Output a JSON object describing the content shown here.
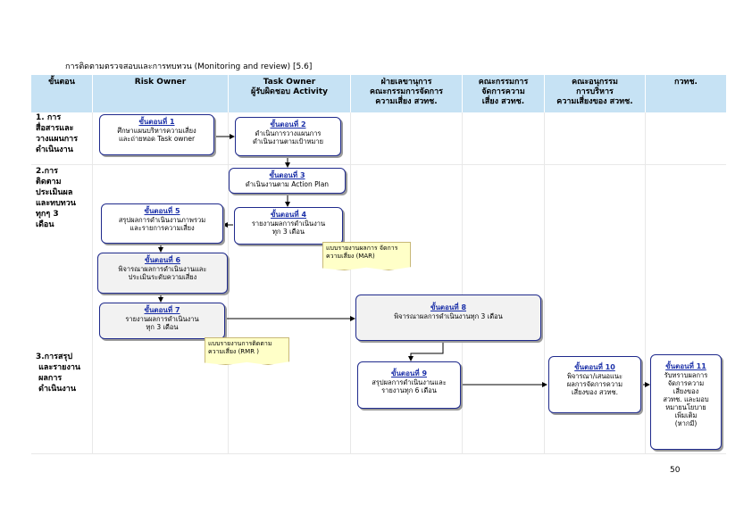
{
  "title": "การติดตามตรวจสอบและการทบทวน (Monitoring and review) [5.6]",
  "columns": [
    {
      "label": "ขั้นตอน"
    },
    {
      "label": "Risk Owner"
    },
    {
      "label": "Task Owner\nผู้รับผิดชอบ Activity"
    },
    {
      "label": "ฝ่ายเลขานุการ\nคณะกรรมการจัดการ\nความเสี่ยง สวทช."
    },
    {
      "label": "คณะกรรมการ\nจัดการความ\nเสี่ยง สวทช."
    },
    {
      "label": "คณะอนุกรรม\nการบริหาร\nความเสี่ยงของ สวทช."
    },
    {
      "label": "กวทช."
    }
  ],
  "phases": [
    {
      "label": "1. การ\nสื่อสารและ\nวางแผนการ\nดำเนินงาน"
    },
    {
      "label": "2.การ\nติดตาม\nประเมินผล\nและทบทวน\nทุกๆ 3\nเดือน"
    },
    {
      "label": "3.การสรุป\n และรายงาน\n ผลการ\n ดำเนินงาน"
    }
  ],
  "steps": [
    {
      "step": "ขั้นตอนที่ 1",
      "desc": "ศึกษาแผนบริหารความเสี่ยง\nและถ่ายทอด Task owner"
    },
    {
      "step": "ขั้นตอนที่ 2",
      "desc": "ดำเนินการวางแผนการ\nดำเนินงานตามเป้าหมาย"
    },
    {
      "step": "ขั้นตอนที่ 3",
      "desc": "ดำเนินงานตาม Action Plan"
    },
    {
      "step": "ขั้นตอนที่ 4",
      "desc": "รายงานผลการดำเนินงาน\nทุก 3 เดือน"
    },
    {
      "step": "ขั้นตอนที่ 5",
      "desc": "สรุปผลการดำเนินงานภาพรวม\nและรายการความเสี่ยง"
    },
    {
      "step": "ขั้นตอนที่ 6",
      "desc": "พิจารณาผลการดำเนินงานและ\nประเมินระดับความเสี่ยง"
    },
    {
      "step": "ขั้นตอนที่ 7",
      "desc": "รายงานผลการดำเนินงาน\nทุก 3 เดือน"
    },
    {
      "step": "ขั้นตอนที่ 8",
      "desc": "พิจารณาผลการดำเนินงานทุก 3 เดือน"
    },
    {
      "step": "ขั้นตอนที่ 9",
      "desc": "สรุปผลการดำเนินงานและ\nรายงานทุก 6 เดือน"
    },
    {
      "step": "ขั้นตอนที่ 10",
      "desc": "พิจารณา/เสนอแนะ\nผลการจัดการความ\nเสี่ยงของ สวทช."
    },
    {
      "step": "ขั้นตอนที่ 11",
      "desc": "รับทราบผลการ\nจัดการความ\nเสี่ยงของ\nสวทช. และมอบ\nหมายนโยบาย\nเพิ่มเติม\n(หากมี)"
    }
  ],
  "notes": [
    {
      "text": "แบบรายงานผลการ จัดการ\nความเสี่ยง (MAR)"
    },
    {
      "text": "แบบรายงานการติดตาม\nความเสี่ยง (RMR )"
    }
  ],
  "page_number": "50",
  "colors": {
    "header_bg": "#c6e2f4",
    "box_border": "#1f2a8c",
    "step_text": "#1a2fa8",
    "note_bg": "#ffffc8"
  }
}
